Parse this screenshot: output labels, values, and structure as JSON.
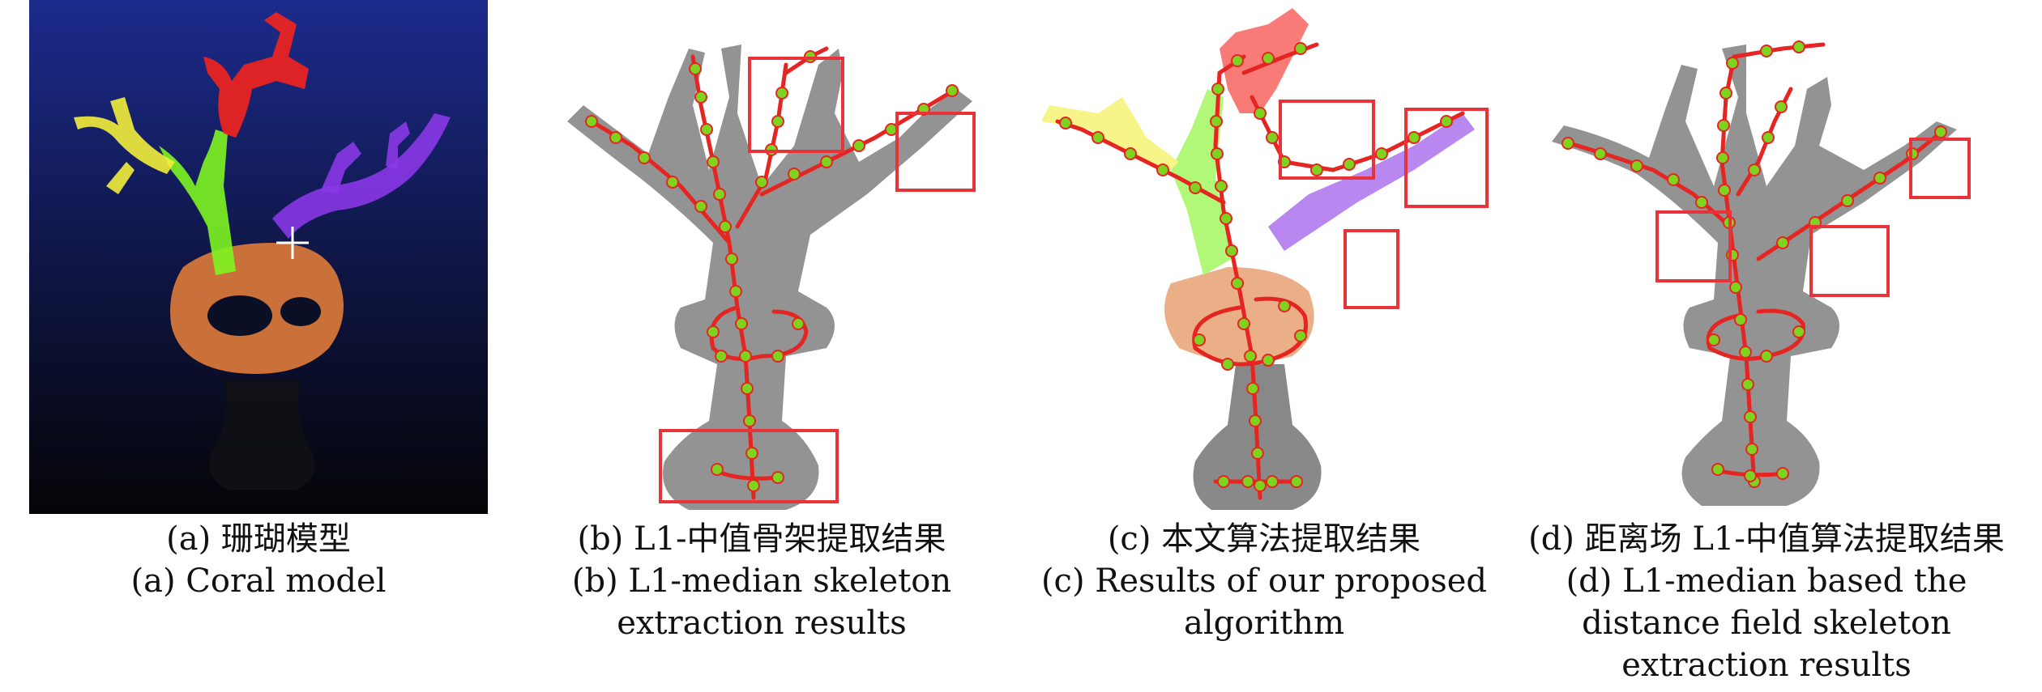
{
  "colors": {
    "branch_yellow": "#f2ee3a",
    "branch_green": "#7ef520",
    "branch_red": "#f4231d",
    "branch_purple": "#8a37e6",
    "base_orange": "#df7b3a",
    "skeleton_node": "#7ed321",
    "skeleton_line": "#e52521",
    "highlight_box": "#e8333a",
    "point_cloud": "#2b2b2b",
    "background_top": "#1c2b8c",
    "background_bottom": "#050507"
  },
  "panels": [
    {
      "id": "a",
      "caption_zh": "(a) 珊瑚模型",
      "caption_en": [
        "(a) Coral model"
      ]
    },
    {
      "id": "b",
      "caption_zh": "(b) L1-中值骨架提取结果",
      "caption_en": [
        "(b) L1-median skeleton",
        "extraction results"
      ]
    },
    {
      "id": "c",
      "caption_zh": "(c) 本文算法提取结果",
      "caption_en": [
        "(c) Results of our proposed",
        "algorithm"
      ]
    },
    {
      "id": "d",
      "caption_zh": "(d) 距离场 L1-中值算法提取结果",
      "caption_en": [
        "(d) L1-median based the",
        "distance field skeleton",
        "extraction results"
      ]
    }
  ]
}
